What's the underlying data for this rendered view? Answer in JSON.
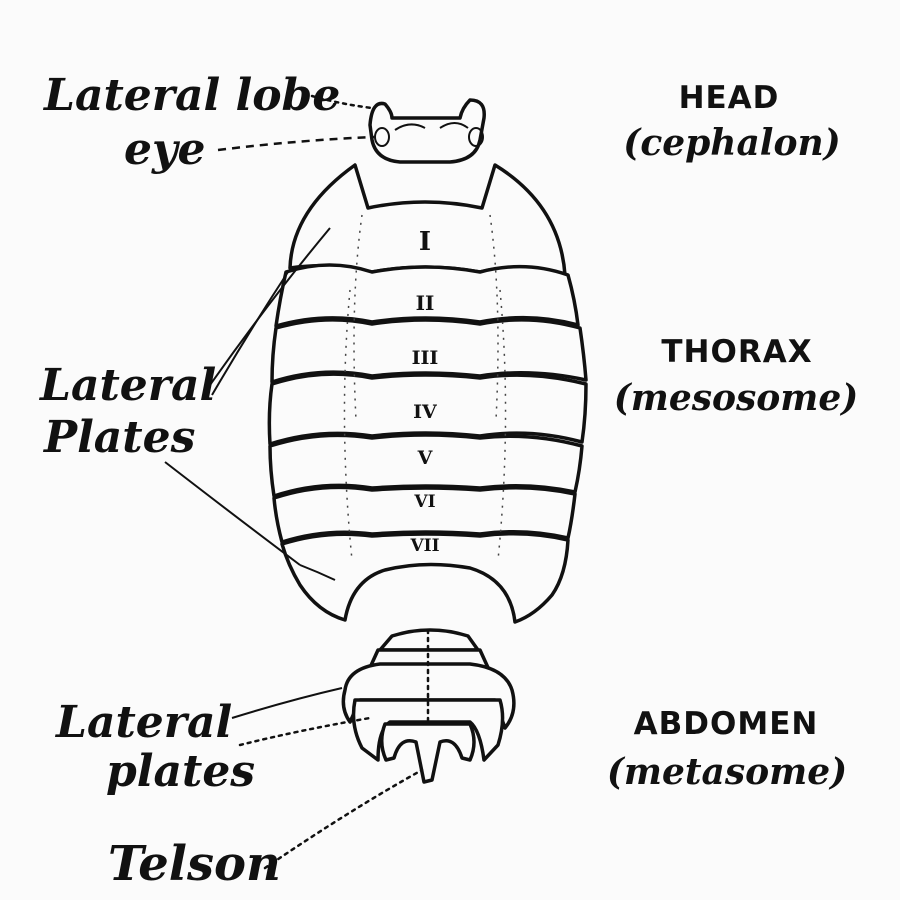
{
  "labels": {
    "lateral_lobe": "Lateral lobe",
    "eye": "eye",
    "lateral_plates_thorax_1": "Lateral",
    "lateral_plates_thorax_2": "Plates",
    "lateral_plates_abdomen_1": "Lateral",
    "lateral_plates_abdomen_2": "plates",
    "telson": "Telson"
  },
  "regions": {
    "head_title": "HEAD",
    "head_subtitle": "(cephalon)",
    "thorax_title": "THORAX",
    "thorax_subtitle": "(mesosome)",
    "abdomen_title": "ABDOMEN",
    "abdomen_subtitle": "(metasome)"
  },
  "segments": [
    "I",
    "II",
    "III",
    "IV",
    "V",
    "VI",
    "VII"
  ]
}
